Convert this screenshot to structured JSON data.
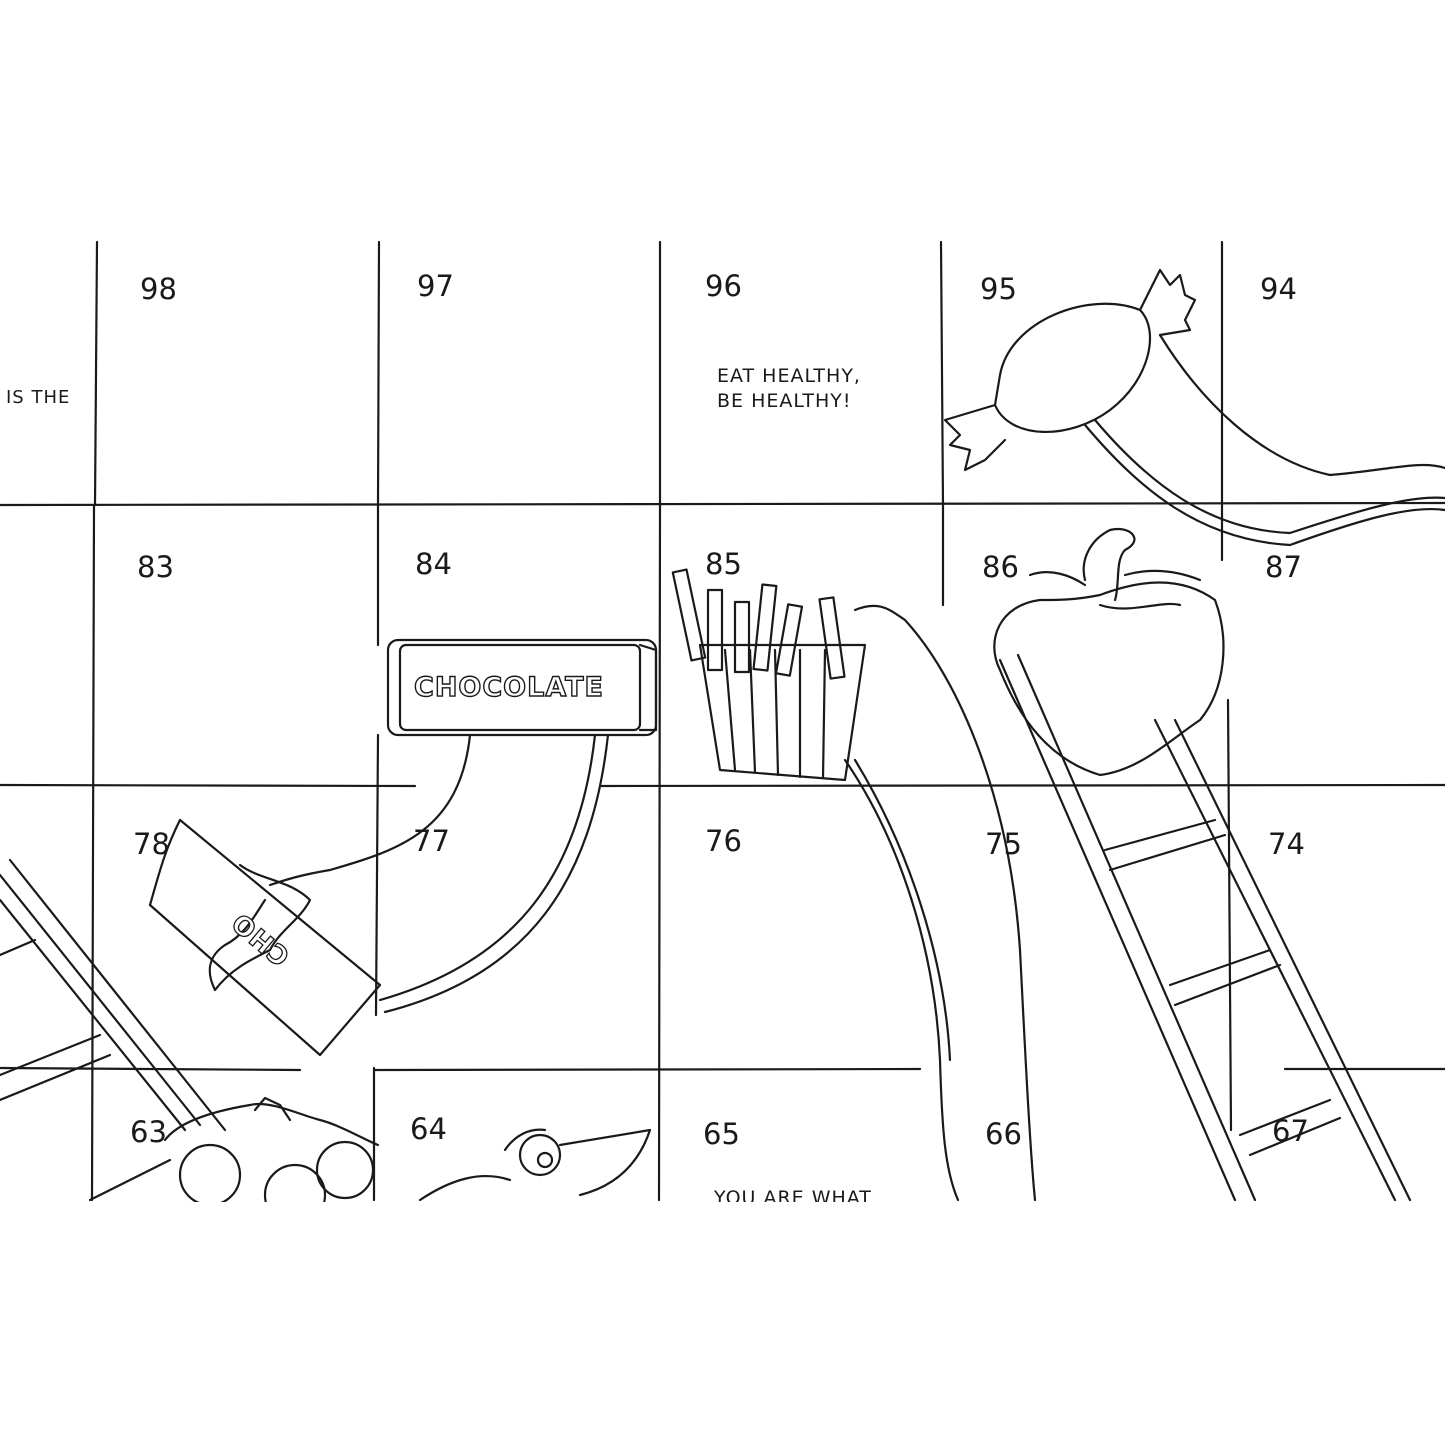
{
  "board": {
    "squares": [
      {
        "id": "sq-98",
        "number": "98"
      },
      {
        "id": "sq-97",
        "number": "97"
      },
      {
        "id": "sq-96",
        "number": "96"
      },
      {
        "id": "sq-95",
        "number": "95"
      },
      {
        "id": "sq-94",
        "number": "94"
      },
      {
        "id": "sq-83",
        "number": "83"
      },
      {
        "id": "sq-84",
        "number": "84"
      },
      {
        "id": "sq-85",
        "number": "85"
      },
      {
        "id": "sq-86",
        "number": "86"
      },
      {
        "id": "sq-87",
        "number": "87"
      },
      {
        "id": "sq-78",
        "number": "78"
      },
      {
        "id": "sq-77",
        "number": "77"
      },
      {
        "id": "sq-76",
        "number": "76"
      },
      {
        "id": "sq-75",
        "number": "75"
      },
      {
        "id": "sq-74",
        "number": "74"
      },
      {
        "id": "sq-63",
        "number": "63"
      },
      {
        "id": "sq-64",
        "number": "64"
      },
      {
        "id": "sq-65",
        "number": "65"
      },
      {
        "id": "sq-66",
        "number": "66"
      },
      {
        "id": "sq-67",
        "number": "67"
      }
    ],
    "messages": {
      "edge_left": "IS THE",
      "eat_healthy_line1": "EAT HEALTHY,",
      "eat_healthy_line2": "BE HEALTHY!",
      "you_are_what": "YOU ARE WHAT"
    },
    "illustrations": {
      "chocolate_wrapper": "CHOCOLATE",
      "chocolate_bitten": "CHO"
    },
    "colors": {
      "line": "#1a1a1a",
      "background": "#ffffff"
    }
  }
}
